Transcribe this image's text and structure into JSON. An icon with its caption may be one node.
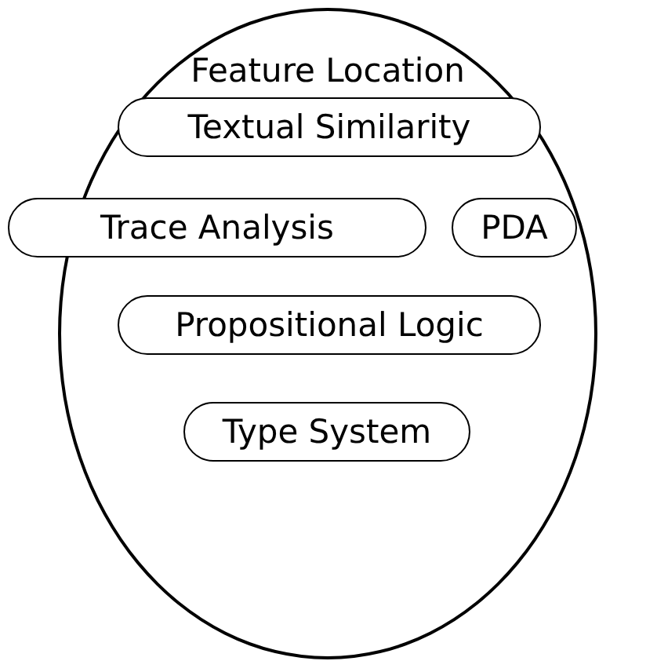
{
  "diagram": {
    "nodes": [
      {
        "text": [
          "Feature Location"
        ]
      },
      {
        "text": [
          "Textual Similarity"
        ],
        "in": 0
      },
      {
        "text": [
          "Trace Analysis"
        ],
        "in": 0
      },
      {
        "text": [
          "PDA"
        ],
        "in": 0
      },
      {
        "text": [
          "Propositional Logic"
        ],
        "in": 0
      },
      {
        "text": [
          "Type System"
        ],
        "in": 0
      }
    ]
  }
}
